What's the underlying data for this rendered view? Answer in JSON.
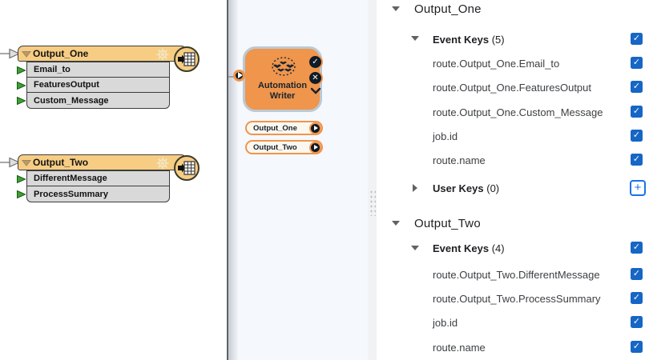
{
  "colors": {
    "accent_orange": "#EF954C",
    "node_header_tan": "#F7CD84",
    "node_row_gray": "#D9D9D9",
    "port_green": "#3AA32F",
    "checkbox_blue": "#1666C5",
    "plus_blue": "#1A73E8",
    "canvas_blue": "#F5F8FD",
    "blob_ring_gray": "#BCC9D4",
    "dark_navy": "#15232E"
  },
  "icons": {
    "check": "✓",
    "close": "✕",
    "plus": "+"
  },
  "left_canvas": {
    "nodes": [
      {
        "title": "Output_One",
        "fields": [
          "Email_to",
          "FeaturesOutput",
          "Custom_Message"
        ]
      },
      {
        "title": "Output_Two",
        "fields": [
          "DifferentMessage",
          "ProcessSummary"
        ]
      }
    ]
  },
  "middle_panel": {
    "node": {
      "title_line1": "Automation",
      "title_line2": "Writer"
    },
    "outputs": [
      "Output_One",
      "Output_Two"
    ]
  },
  "right_panel": {
    "sections": [
      {
        "title": "Output_One",
        "event_keys_label": "Event Keys",
        "event_keys_count": "(5)",
        "keys": [
          "route.Output_One.Email_to",
          "route.Output_One.FeaturesOutput",
          "route.Output_One.Custom_Message",
          "job.id",
          "route.name"
        ],
        "user_keys_label": "User Keys",
        "user_keys_count": "(0)"
      },
      {
        "title": "Output_Two",
        "event_keys_label": "Event Keys",
        "event_keys_count": "(4)",
        "keys": [
          "route.Output_Two.DifferentMessage",
          "route.Output_Two.ProcessSummary",
          "job.id",
          "route.name"
        ]
      }
    ]
  }
}
